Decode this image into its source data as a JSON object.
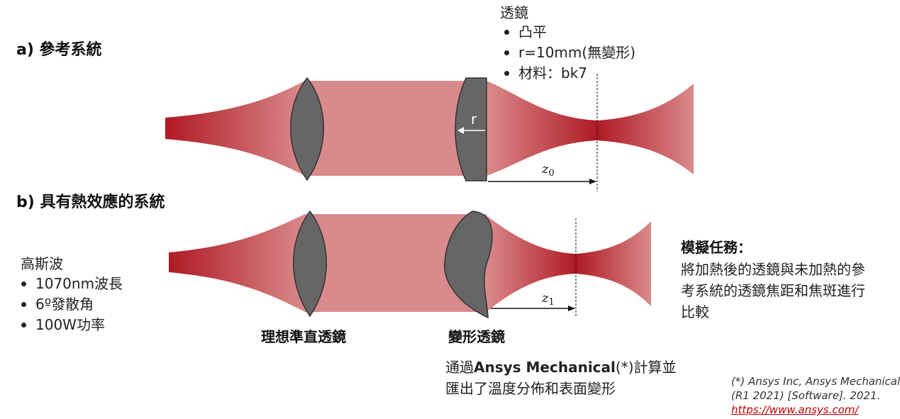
{
  "section_a": {
    "title": "a) 參考系統"
  },
  "section_b": {
    "title": "b) 具有熱效應的系統"
  },
  "lens_info": {
    "heading": "透鏡",
    "items": [
      "凸平",
      "r=10mm(無變形)",
      "材料：bk7"
    ]
  },
  "gaussian": {
    "heading": "高斯波",
    "items": [
      "1070nm波長",
      "6º發散角",
      "100W功率"
    ]
  },
  "labels": {
    "collimating_lens": "理想準直透鏡",
    "deformed_lens": "變形透鏡",
    "radius": "r",
    "z0": "z",
    "z0_sub": "0",
    "z1": "z",
    "z1_sub": "1"
  },
  "mechanical_note": {
    "line1_pre": "通過",
    "line1_bold": "Ansys Mechanical",
    "line1_post": "(*)計算並",
    "line2": "匯出了溫度分佈和表面變形"
  },
  "task": {
    "heading": "模擬任務：",
    "lines": [
      "將加熱後的透鏡與未加熱的參",
      "考系統的透鏡焦距和焦斑進行",
      "比較"
    ]
  },
  "reference": {
    "line1": "(*) Ansys Inc, Ansys Mechanical",
    "line2": "(R1 2021) [Software]. 2021.",
    "link": "https://www.ansys.com/"
  },
  "colors": {
    "beam_dark": "#b01a24",
    "beam_light": "#d98a8c",
    "lens_fill": "#666666",
    "lens_stroke": "#333333"
  }
}
